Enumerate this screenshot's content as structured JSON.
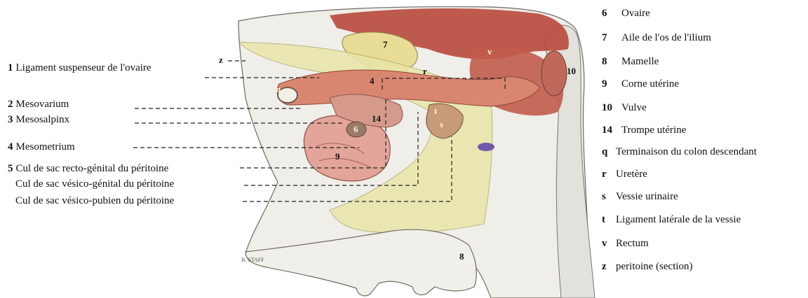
{
  "left_legend": [
    {
      "num": "1",
      "text": "Ligament suspenseur de l'ovaire"
    },
    {
      "num": "2",
      "text": "Mesovarium"
    },
    {
      "num": "3",
      "text": "Mesosalpinx"
    },
    {
      "num": "4",
      "text": "Mesometrium"
    },
    {
      "num": "5",
      "text": "Cul de sac recto-génital du péritoine"
    },
    {
      "num": "",
      "text": "Cul de sac vésico-génital du péritoine"
    },
    {
      "num": "",
      "text": "Cul de sac vésico-pubien du péritoine"
    }
  ],
  "right_legend": [
    {
      "key": "6",
      "text": "Ovaire"
    },
    {
      "key": "7",
      "text": "Aile de l'os de l'ilium"
    },
    {
      "key": "8",
      "text": "Mamelle"
    },
    {
      "key": "9",
      "text": "Corne utérine"
    },
    {
      "key": "10",
      "text": "Vulve"
    },
    {
      "key": "14",
      "text": "Trompe utérine"
    },
    {
      "key": "q",
      "text": "Terminaison du colon descendant"
    },
    {
      "key": "r",
      "text": "Uretère"
    },
    {
      "key": "s",
      "text": "Vessie urinaire"
    },
    {
      "key": "t",
      "text": "Ligament latérale de la vessie"
    },
    {
      "key": "v",
      "text": "Rectum"
    },
    {
      "key": "z",
      "text": "peritoine (section)"
    }
  ],
  "figure_tags": {
    "z": "z",
    "q": "q",
    "seven": "7",
    "v": "v",
    "r": "r",
    "four": "4",
    "t": "t",
    "s": "s",
    "fourteen": "14",
    "six": "6",
    "nine": "9",
    "ten": "10",
    "eight": "8"
  },
  "signature": "B. STAFF",
  "colors": {
    "muscle": "#b8493c",
    "peritoneum": "#e9e5a8",
    "uterus": "#e3a49a",
    "bone": "#e8dc96",
    "skin": "#efece8"
  }
}
